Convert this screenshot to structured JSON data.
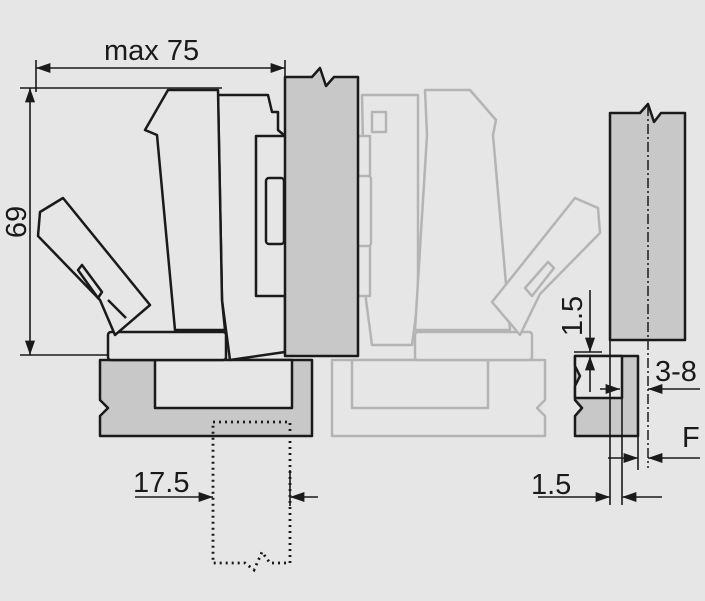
{
  "dimensions": {
    "max_width": "max 75",
    "height": "69",
    "drill_offset": "17.5",
    "plate_offset": "1.5",
    "edge_offset": "1.5",
    "range": "3-8",
    "overlay": "F"
  },
  "colors": {
    "background": "#e6e6e6",
    "line": "#1a1a1a",
    "door_fill": "#c8c8c8",
    "faded_line": "#b4b4b4",
    "hinge_fill": "#e6e6e6"
  }
}
